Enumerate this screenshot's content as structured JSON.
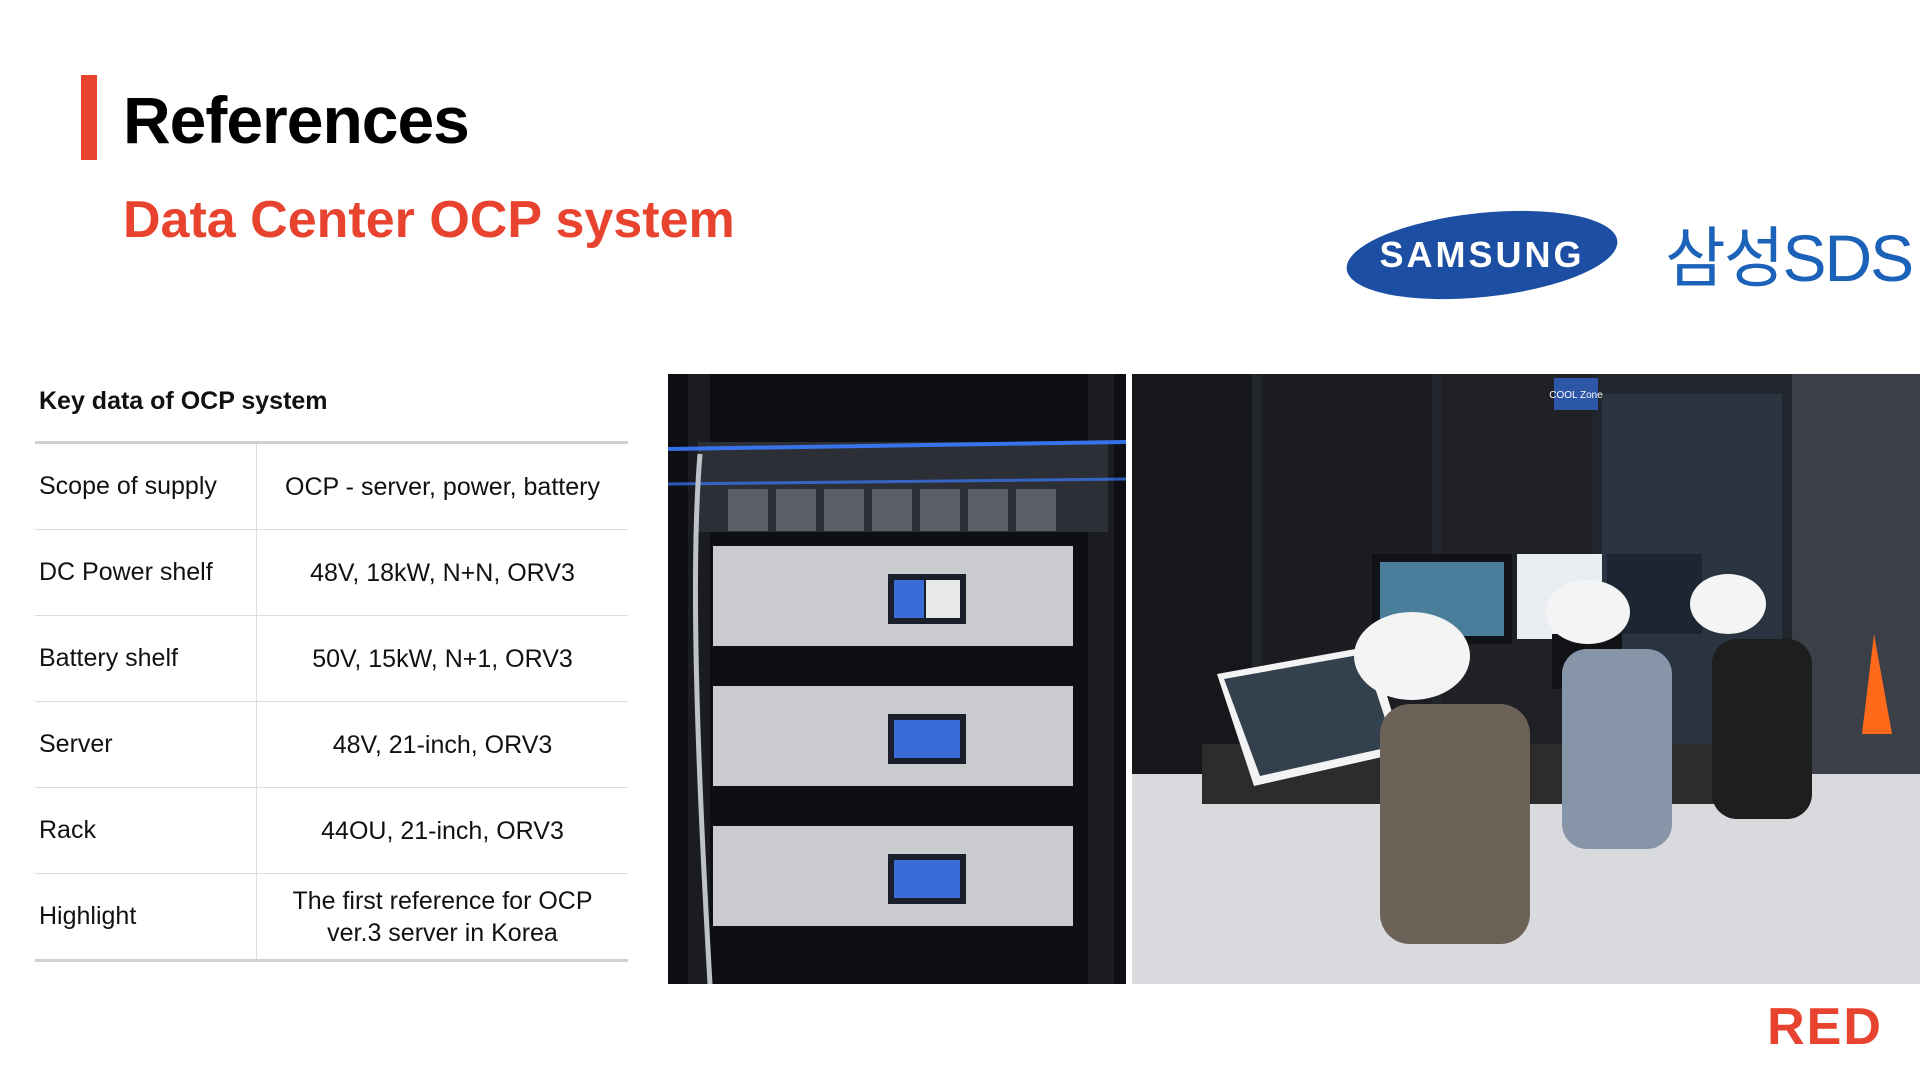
{
  "header": {
    "title": "References",
    "subtitle": "Data Center OCP system"
  },
  "logos": {
    "samsung": "SAMSUNG",
    "samsung_sds": "삼성SDS",
    "red": "RED",
    "samsung_color": "#1c4fa3",
    "sds_color": "#1c62b9",
    "red_color": "#e8432f"
  },
  "key_data": {
    "title": "Key data of OCP system",
    "rows": [
      {
        "label": "Scope of supply",
        "value": "OCP - server, power, battery"
      },
      {
        "label": "DC Power shelf",
        "value": "48V, 18kW, N+N, ORV3"
      },
      {
        "label": "Battery shelf",
        "value": "50V, 15kW, N+1, ORV3"
      },
      {
        "label": "Server",
        "value": "48V, 21-inch, ORV3"
      },
      {
        "label": "Rack",
        "value": "44OU, 21-inch, ORV3"
      },
      {
        "label": "Highlight",
        "value": "The first reference for OCP ver.3 server in Korea"
      }
    ]
  },
  "photos": {
    "rack_icon": "server-rack-photo",
    "lab_icon": "engineers-testing-photo",
    "cool_zone_sign": "COOL Zone"
  },
  "colors": {
    "accent": "#e8432f",
    "text": "#111111"
  }
}
